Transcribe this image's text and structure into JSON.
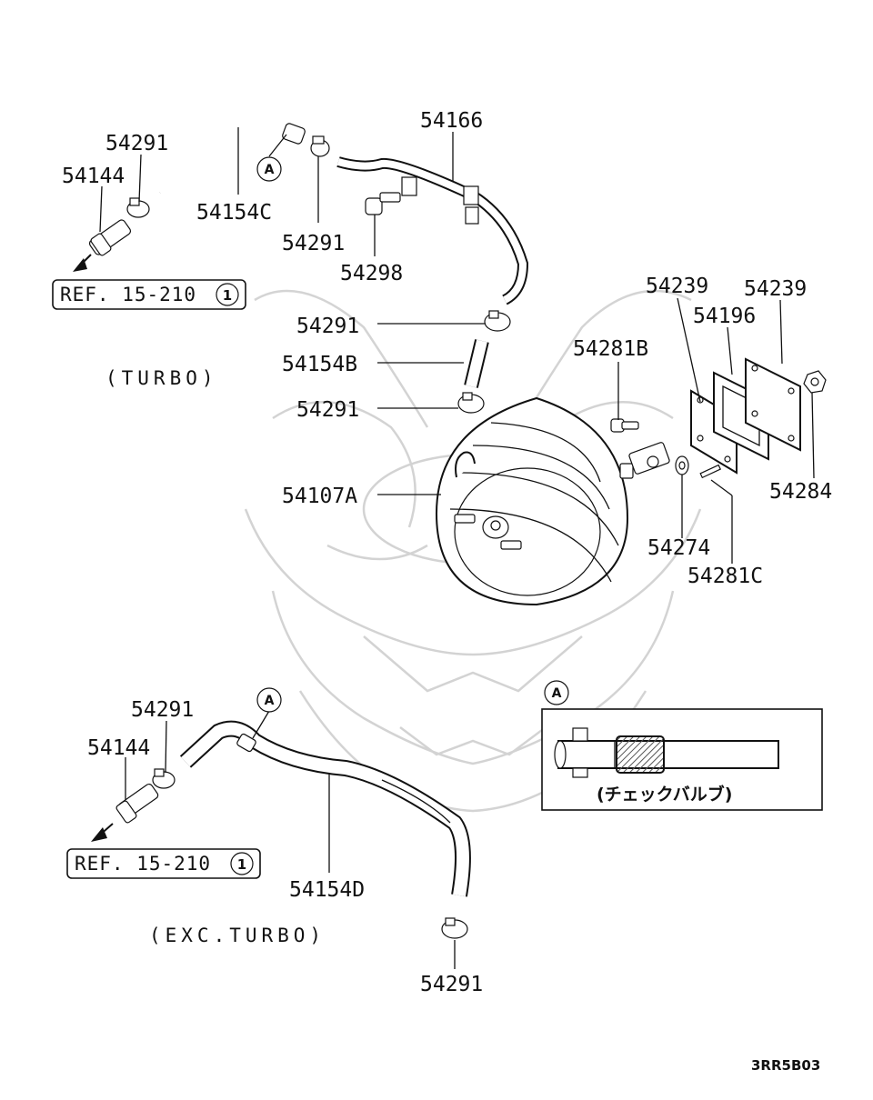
{
  "diagram_code": "3RR5B03",
  "sections": {
    "turbo": "(TURBO)",
    "exc_turbo": "(EXC.TURBO)"
  },
  "references": {
    "turbo_ref": "REF. 15-210",
    "turbo_ref_num": "1",
    "exc_ref": "REF. 15-210",
    "exc_ref_num": "1"
  },
  "callout_marker": "A",
  "detail_box": {
    "marker": "A",
    "caption": "(チェックバルブ)"
  },
  "part_labels": {
    "p54291_a": "54291",
    "p54144_a": "54144",
    "p54154C": "54154C",
    "p54291_b": "54291",
    "p54166": "54166",
    "p54298": "54298",
    "p54291_c": "54291",
    "p54154B": "54154B",
    "p54291_d": "54291",
    "p54107A": "54107A",
    "p54281B": "54281B",
    "p54239_a": "54239",
    "p54239_b": "54239",
    "p54196": "54196",
    "p54284": "54284",
    "p54274": "54274",
    "p54281C": "54281C",
    "p54291_e": "54291",
    "p54144_b": "54144",
    "p54154D": "54154D",
    "p54291_f": "54291"
  },
  "colors": {
    "line": "#111111",
    "watermark": "#c9c9c9",
    "hatch": "#555555"
  }
}
